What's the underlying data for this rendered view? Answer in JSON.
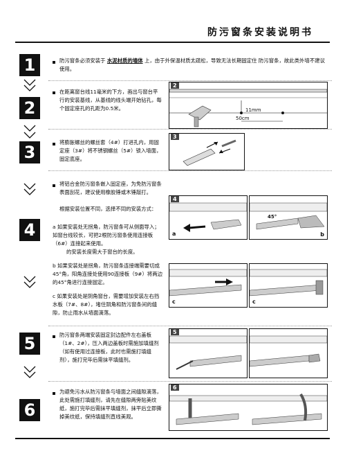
{
  "title": "防污窗条安装说明书",
  "steps": [
    {
      "num": "1",
      "text_pre": "防污窗条必须安装于 ",
      "text_emph": "水泥材质的墙体",
      "text_post": " 上，由于外保温材质太疏松，导致无法长期固定住 防污窗条，故此类外墙不建议使用。"
    },
    {
      "num": "2",
      "text": "在距离窗台线11毫米的下方，画出与窗台平行的安装基线，从基线的线头端开始钻孔，每个固定座孔的孔距为0.5米。"
    },
    {
      "num": "3",
      "text": "将膨胀螺丝的螺丝套（4#）打进孔内，用固定座（3#）将不锈钢螺丝（5#）锁入墙面，固定底座。"
    },
    {
      "num": "4",
      "text_intro": "将铝合金防污窗条嵌入固定座，为免防污窗条表面刮花，建议使用橡胶锤或木锤敲打。",
      "text_note": "根据安装位置不同，选择不同的安装方式：",
      "text_a": "a 如果安装处无拐角，防污窗条可从侧面导入；如窗台线较长，可把2根防污窗条使用连接板（6#）连接起来使用。",
      "text_a2": "的安装长度需大于窗台的长度。",
      "text_b": "b 如果安装处是拐角，防污窗条连接端需要切成45°角，阳角连接处使用90连接板（9#）将两边的45°角进行连接固定。",
      "text_c": "c 如果安装处是阴角窗台，需要增加安装左右挡水板（7#、8#），堵住阴角和防污窗条间的缝隙，防止雨水从墙面滴落。"
    },
    {
      "num": "5",
      "text": "防污窗条两端安装固定封边配件左右盖板（1#、2#），压入两边盖板时需施加填缝剂（如有使用过连接板，此时也需施打填缝剂），施打完毕后需抹平填缝剂。"
    },
    {
      "num": "6",
      "text": "为避免污水从防污窗条与墙面之间缝隙滴落，此处需施打填缝剂，请先在缝隙两旁贴美纹纸，施打完毕后需抹平填缝剂，抹平后立即撕掉美纹纸，保持填缝剂直线美观。"
    }
  ],
  "figures": {
    "p2_label": "2",
    "p2_dim_a": "11mm",
    "p2_dim_b": "50cm",
    "p3_label": "3",
    "p4_label": "4",
    "p4_a": "a",
    "p4_b": "b",
    "p4_angle": "45°",
    "p4_c1": "c",
    "p4_c2": "c",
    "p5_label": "5",
    "p6_label": "6"
  }
}
